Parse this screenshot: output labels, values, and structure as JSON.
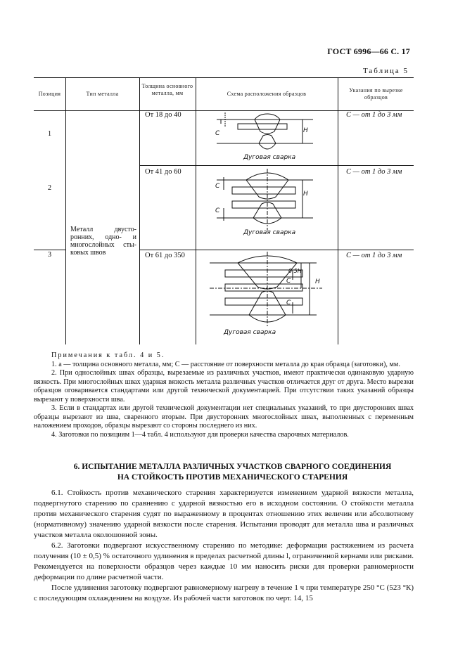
{
  "header": {
    "title": "ГОСТ 6996—66 С. 17"
  },
  "table": {
    "caption": "Таблица 5",
    "columns": [
      "Позиция",
      "Тип металла",
      "Толщина основного металла, мм",
      "Схема расположения образцов",
      "Указания по вырезке образцов"
    ],
    "metal_type": "Металл двусто-ронних, одно- и многослойных сты-ковых швов",
    "rows": [
      {
        "position": "1",
        "thickness": "От 18 до 40",
        "instruction": "С — от 1 до 3 мм",
        "scheme_caption": "Дуговая сварка"
      },
      {
        "position": "2",
        "thickness": "От 41 до 60",
        "instruction": "С — от 1 до 3 мм",
        "scheme_caption": "Дуговая сварка"
      },
      {
        "position": "3",
        "thickness": "От 61 до 350",
        "instruction": "С — от 1 до 3 мм",
        "scheme_caption": "Дуговая сварка"
      }
    ],
    "dim_labels": {
      "c": "C",
      "h": "H",
      "half_h": "0,5H"
    }
  },
  "notes": {
    "title": "Примечания к табл. 4 и 5.",
    "items": [
      "1. a — толщина основного металла, мм; C — расстояние от поверхности металла до края образца (заготовки), мм.",
      "2. При однослойных швах образцы, вырезаемые из различных участков, имеют практически одинаковую ударную вязкость. При многослойных швах ударная вязкость металла различных участков отличается друг от друга. Место вырезки образцов оговаривается стандартами или другой технической документацией. При отсутствии таких указаний образцы вырезают у поверхности шва.",
      "3. Если в стандартах или другой технической документации нет специальных указаний, то при двусторонних швах образцы вырезают из шва, сваренного вторым. При двусторонних многослойных швах, выполненных с переменным наложением проходов, образцы вырезают со стороны последнего из них.",
      "4. Заготовки по позициям 1—4 табл. 4 используют для проверки качества сварочных материалов."
    ]
  },
  "section": {
    "title_line1": "6. ИСПЫТАНИЕ МЕТАЛЛА РАЗЛИЧНЫХ УЧАСТКОВ СВАРНОГО СОЕДИНЕНИЯ",
    "title_line2": "НА СТОЙКОСТЬ ПРОТИВ МЕХАНИЧЕСКОГО СТАРЕНИЯ",
    "paragraphs": [
      "6.1. Стойкость против механического старения характеризуется изменением ударной вязкости металла, подвергнутого старению по сравнению с ударной вязкостью его в исходном состоянии. О стойкости металла против механического старения судят по выраженному в процентах отношению этих величин или абсолютному (нормативному) значению ударной вязкости после старения. Испытания проводят для металла шва и различных участков металла околошовной зоны.",
      "6.2. Заготовки подвергают искусственному старению по методике: деформация растяжением из расчета получения (10 ± 0,5) % остаточного удлинения в пределах расчетной длины l, ограниченной кернами или рисками. Рекомендуется на поверхности образцов через каждые 10 мм наносить риски для проверки равномерности деформации по длине расчетной части.",
      "После удлинения заготовку подвергают равномерному нагреву в течение 1 ч при температуре 250 °С (523 °К) с последующим охлаждением на воздухе. Из рабочей части заготовок по черт. 14, 15"
    ]
  }
}
